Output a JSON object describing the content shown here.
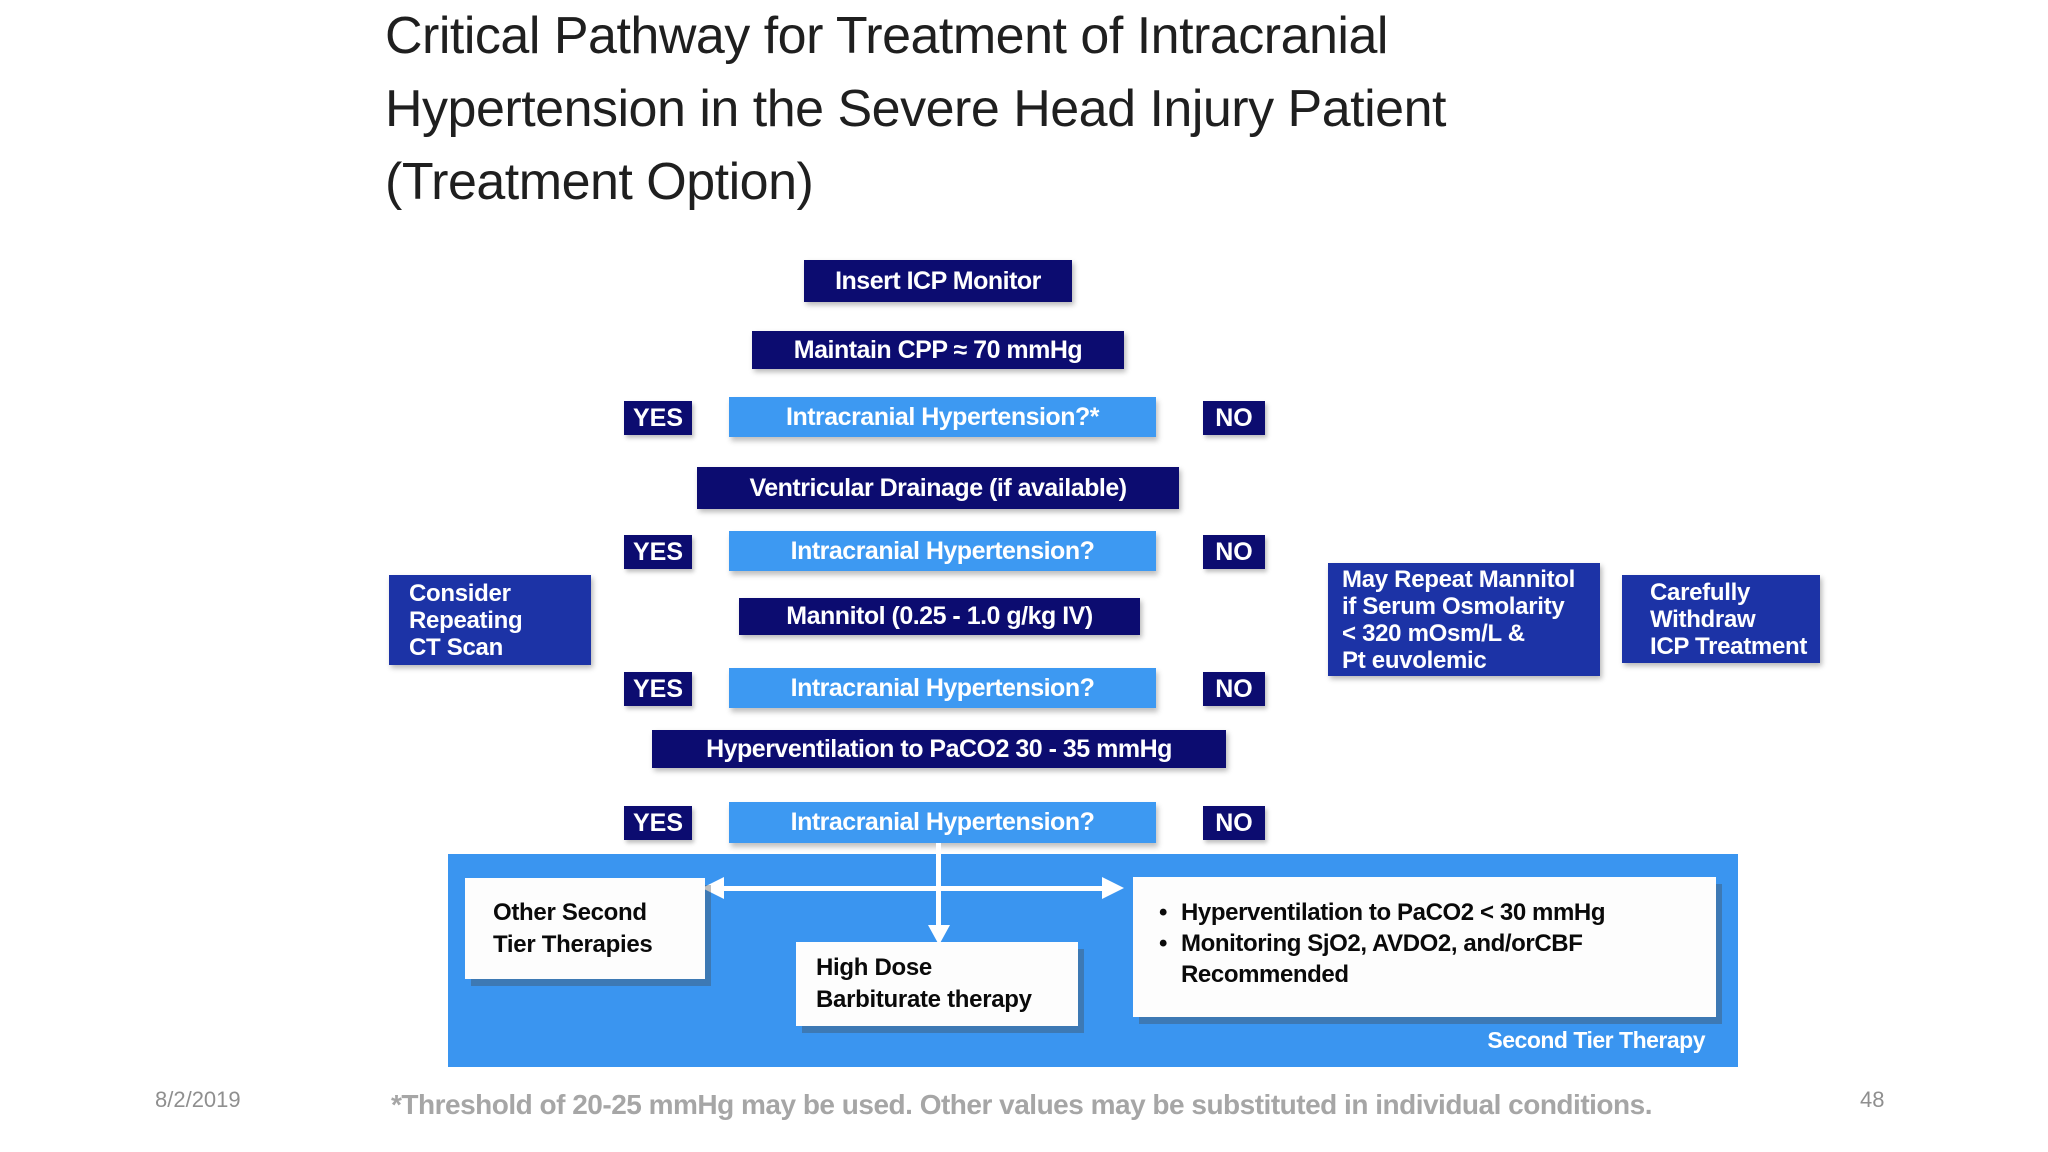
{
  "title": {
    "line1": "Critical Pathway for Treatment of Intracranial",
    "line2": "Hypertension in the Severe Head Injury Patient",
    "line3": "(Treatment Option)"
  },
  "flow": {
    "insert_icp": "Insert ICP Monitor",
    "maintain_cpp": "Maintain CPP ≈ 70 mmHg",
    "ventricular_drainage": "Ventricular Drainage (if available)",
    "mannitol": "Mannitol (0.25 - 1.0 g/kg IV)",
    "hyperventilation": "Hyperventilation to PaCO2 30 - 35 mmHg",
    "rows": [
      {
        "yes": "YES",
        "question": "Intracranial Hypertension?*",
        "no": "NO"
      },
      {
        "yes": "YES",
        "question": "Intracranial Hypertension?",
        "no": "NO"
      },
      {
        "yes": "YES",
        "question": "Intracranial Hypertension?",
        "no": "NO"
      },
      {
        "yes": "YES",
        "question": "Intracranial Hypertension?",
        "no": "NO"
      }
    ],
    "consider_ct_lines": [
      "Consider",
      "Repeating",
      "CT Scan"
    ],
    "may_repeat_lines": [
      "May Repeat Mannitol",
      "if Serum Osmolarity",
      "< 320 mOsm/L &",
      "Pt euvolemic"
    ],
    "carefully_lines": [
      "Carefully",
      "Withdraw",
      "ICP Treatment"
    ],
    "second_tier": {
      "other_therapies_lines": [
        "Other Second",
        "Tier Therapies"
      ],
      "high_dose_lines": [
        "High Dose",
        "Barbiturate therapy"
      ],
      "bullets": [
        "Hyperventilation to PaCO2 < 30 mmHg",
        "Monitoring SjO2, AVDO2, and/orCBF Recommended"
      ],
      "label": "Second Tier Therapy"
    }
  },
  "footer": {
    "date": "8/2/2019",
    "footnote": "*Threshold of 20-25 mmHg may be used. Other values may be substituted in individual conditions.",
    "slide_number": "48"
  },
  "colors": {
    "navy": "#0c0c70",
    "royal_blue": "#1c33a6",
    "azure": "#3d99f2",
    "panel_blue": "#3a95f0"
  }
}
